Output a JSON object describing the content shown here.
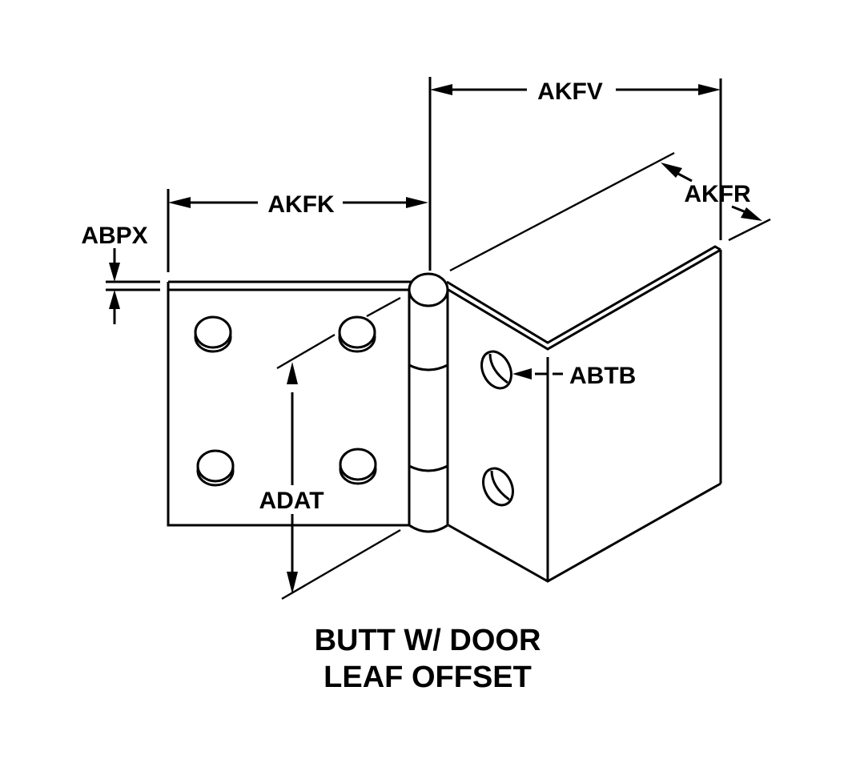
{
  "diagram": {
    "subject": "Butt hinge with door leaf offset",
    "caption": {
      "line1": "BUTT W/ DOOR",
      "line2": "LEAF OFFSET"
    },
    "dimensions": {
      "akfv": "AKFV",
      "akfk": "AKFK",
      "akfr": "AKFR",
      "abpx": "ABPX",
      "abtb": "ABTB",
      "adat": "ADAT"
    },
    "colors": {
      "line": "#000000",
      "background": "#ffffff"
    }
  }
}
